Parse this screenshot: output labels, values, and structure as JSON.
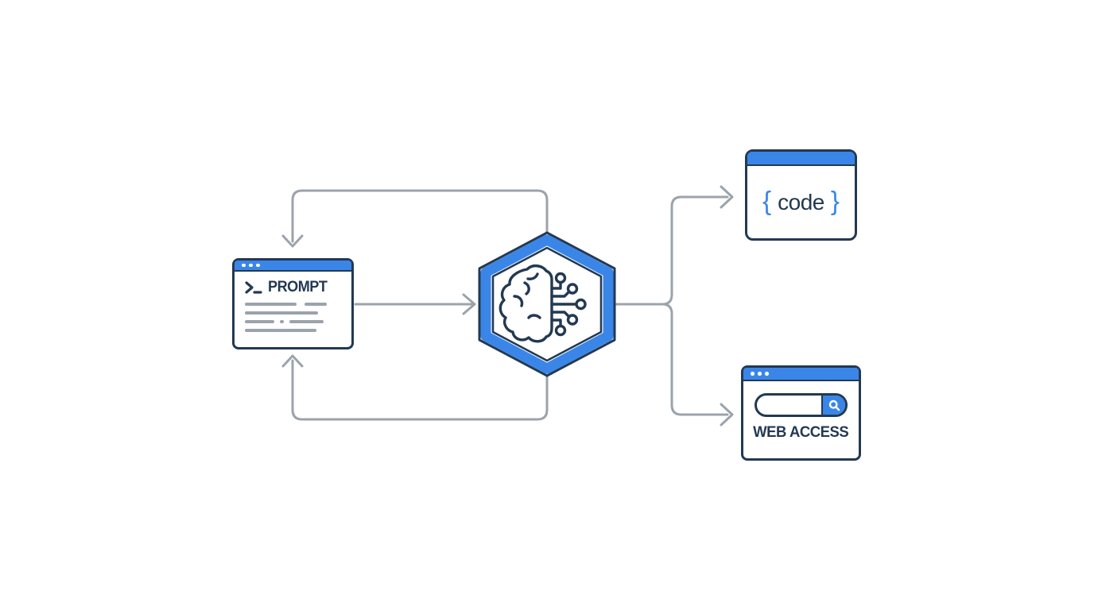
{
  "diagram": {
    "description": "AI workflow diagram: prompt feeds an AI core which outputs code and web access, with feedback loops back to the prompt",
    "nodes": {
      "prompt_window": {
        "label": "PROMPT",
        "icon": "terminal-icon",
        "titlebar_dots": 3,
        "placeholder_line_rows": 4
      },
      "ai_hexagon": {
        "shape": "hexagon",
        "icon": "brain-circuit-icon"
      },
      "code_window": {
        "brace_open": "{",
        "label": "code",
        "brace_close": "}"
      },
      "web_window": {
        "label": "WEB ACCESS",
        "icon": "search-icon",
        "titlebar_dots": 3
      }
    },
    "connections": [
      {
        "from": "prompt_window",
        "to": "ai_hexagon",
        "style": "straight-arrow-right"
      },
      {
        "from": "ai_hexagon",
        "to": "prompt_window",
        "style": "feedback-loop-over-top",
        "arrow": "down"
      },
      {
        "from": "ai_hexagon",
        "to": "prompt_window",
        "style": "feedback-loop-under-bottom",
        "arrow": "up"
      },
      {
        "from": "ai_hexagon",
        "to": "code_window",
        "style": "branch-up-arrow-right"
      },
      {
        "from": "ai_hexagon",
        "to": "web_window",
        "style": "branch-down-arrow-right"
      }
    ],
    "colors": {
      "accent_blue": "#3a86e8",
      "navy": "#233952",
      "connector_gray": "#9ba3ab",
      "bar_gray": "#9aa3ac",
      "background": "#ffffff"
    }
  }
}
